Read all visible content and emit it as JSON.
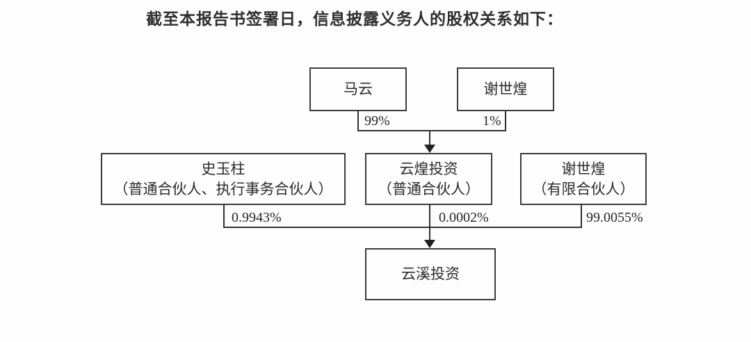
{
  "title": "截至本报告书签署日，信息披露义务人的股权关系如下：",
  "diagram": {
    "nodes": {
      "mayun": {
        "label": "马云"
      },
      "xieshihuang_top": {
        "label": "谢世煌"
      },
      "shiyuzhu": {
        "name": "史玉柱",
        "role": "（普通合伙人、执行事务合伙人）"
      },
      "yunhuang": {
        "name": "云煌投资",
        "role": "（普通合伙人）"
      },
      "xieshihuang_lp": {
        "name": "谢世煌",
        "role": "（有限合伙人）"
      },
      "yunxi": {
        "label": "云溪投资"
      }
    },
    "edge_labels": {
      "mayun_to_yunhuang": "99%",
      "xieshihuang_to_yunhuang": "1%",
      "shiyuzhu_to_yunxi": "0.9943%",
      "yunhuang_to_yunxi": "0.0002%",
      "xieshihuang_to_yunxi": "99.0055%"
    },
    "colors": {
      "line": "#2f2f2f",
      "border": "#3b3b3b",
      "text": "#2b2b2b",
      "background": "#fdfdfd"
    }
  }
}
